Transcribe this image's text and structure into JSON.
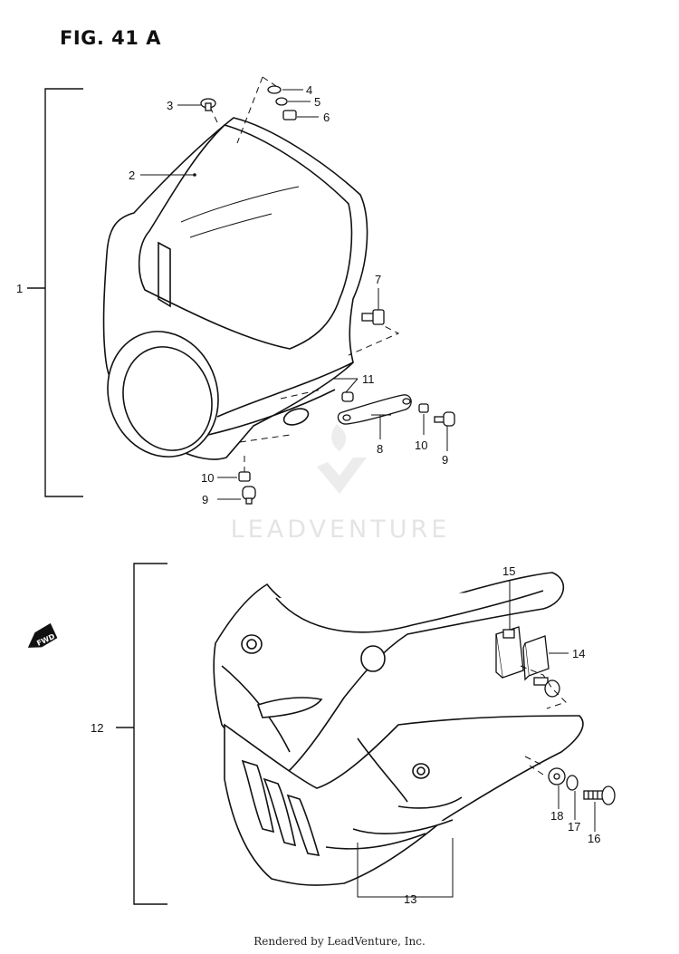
{
  "figure": {
    "title": "FIG. 41 A"
  },
  "watermark": {
    "brand": "LEADVENTURE"
  },
  "fwd_badge": "FWD",
  "callouts": {
    "c1": "1",
    "c2": "2",
    "c3": "3",
    "c4": "4",
    "c5": "5",
    "c6": "6",
    "c7": "7",
    "c8": "8",
    "c9a": "9",
    "c9b": "9",
    "c10a": "10",
    "c10b": "10",
    "c11": "11",
    "c12": "12",
    "c13": "13",
    "c14": "14",
    "c15": "15",
    "c16": "16",
    "c17": "17",
    "c18": "18"
  },
  "footer": {
    "text": "Rendered by LeadVenture, Inc."
  }
}
